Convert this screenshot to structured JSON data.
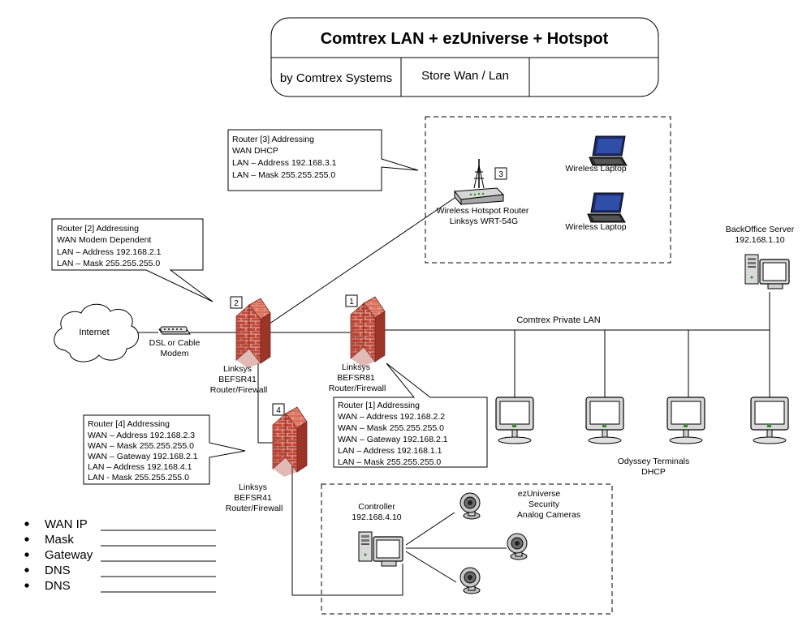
{
  "title": {
    "main": "Comtrex LAN + ezUniverse + Hotspot",
    "author": "by Comtrex Systems",
    "subject": "Store  Wan / Lan",
    "blank": ""
  },
  "internet": {
    "label": "Internet"
  },
  "modem": {
    "line1": "DSL or Cable",
    "line2": "Modem"
  },
  "router2": {
    "number": "2",
    "label_lines": [
      "Linksys",
      "BEFSR41",
      "Router/Firewall"
    ],
    "callout_lines": [
      "Router [2] Addressing",
      "WAN  Modem Dependent",
      "LAN – Address  192.168.2.1",
      "LAN – Mask  255.255.255.0"
    ]
  },
  "router1": {
    "number": "1",
    "label_lines": [
      "Linksys",
      "BEFSR81",
      "Router/Firewall"
    ],
    "callout_lines": [
      "Router [1] Addressing",
      "WAN – Address  192.168.2.2",
      "WAN – Mask  255.255.255.0",
      "WAN – Gateway  192.168.2.1",
      "LAN – Address  192.168.1.1",
      "LAN – Mask  255.255.255.0"
    ]
  },
  "router3": {
    "number": "3",
    "label_lines": [
      "Wireless Hotspot Router",
      "Linksys WRT-54G"
    ],
    "callout_lines": [
      "Router [3] Addressing",
      "WAN  DHCP",
      "LAN – Address  192.168.3.1",
      "LAN – Mask  255.255.255.0"
    ]
  },
  "router4": {
    "number": "4",
    "label_lines": [
      "Linksys",
      "BEFSR41",
      "Router/Firewall"
    ],
    "callout_lines": [
      "Router [4] Addressing",
      "WAN – Address  192.168.2.3",
      "WAN – Mask  255.255.255.0",
      "WAN – Gateway  192.168.2.1",
      "LAN – Address 192.168.4.1",
      "LAN - Mask 255.255.255.0"
    ]
  },
  "laptops": [
    "Wireless Laptop",
    "Wireless Laptop"
  ],
  "lan_label": "Comtrex Private LAN",
  "backoffice": {
    "line1": "BackOffice Server",
    "line2": "192.168.1.10"
  },
  "terminals": {
    "line1": "Odyssey Terminals",
    "line2": "DHCP"
  },
  "controller": {
    "line1": "Controller",
    "line2": "192.168.4.10"
  },
  "cameras": {
    "line1": "ezUniverse",
    "line2": "Security",
    "line3": "Analog Cameras"
  },
  "checklist": [
    "WAN IP",
    "Mask",
    "Gateway",
    "DNS",
    "DNS"
  ]
}
